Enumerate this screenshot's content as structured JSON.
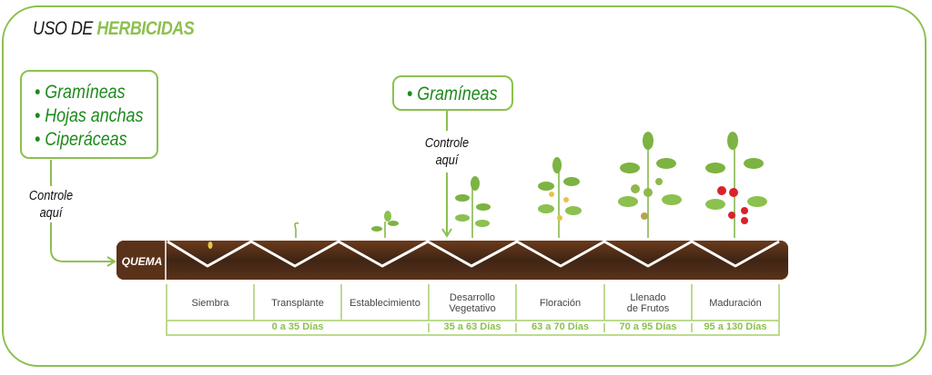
{
  "header": {
    "title_prefix": "USO DE ",
    "title_highlight": "HERBICIDAS"
  },
  "colors": {
    "accent_green": "#8cc04f",
    "text_green": "#1c8a1c",
    "soil_brown": "#5a321a"
  },
  "callouts": [
    {
      "items": [
        "• Gramíneas",
        "• Hojas anchas",
        "• Ciperáceas"
      ],
      "control_line1": "Controle",
      "control_line2": "aquí"
    },
    {
      "items": [
        "• Gramíneas"
      ],
      "control_line1": "Controle",
      "control_line2": "aquí"
    }
  ],
  "soil_label": "QUEMA",
  "stages": [
    {
      "line1": "Siembra",
      "line2": ""
    },
    {
      "line1": "Transplante",
      "line2": ""
    },
    {
      "line1": "Establecimiento",
      "line2": ""
    },
    {
      "line1": "Desarrollo",
      "line2": "Vegetativo"
    },
    {
      "line1": "Floración",
      "line2": ""
    },
    {
      "line1": "Llenado",
      "line2": "de Frutos"
    },
    {
      "line1": "Maduración",
      "line2": ""
    }
  ],
  "day_ranges": [
    "0 a 35 Días",
    "35 a 63 Días",
    "63 a 70 Días",
    "70 a 95 Días",
    "95 a 130 Días"
  ],
  "plants": [
    "seed-icon",
    "sprout-icon",
    "seedling-icon",
    "young-plant-icon",
    "flowering-plant-icon",
    "green-fruit-plant-icon",
    "ripe-tomato-plant-icon"
  ]
}
